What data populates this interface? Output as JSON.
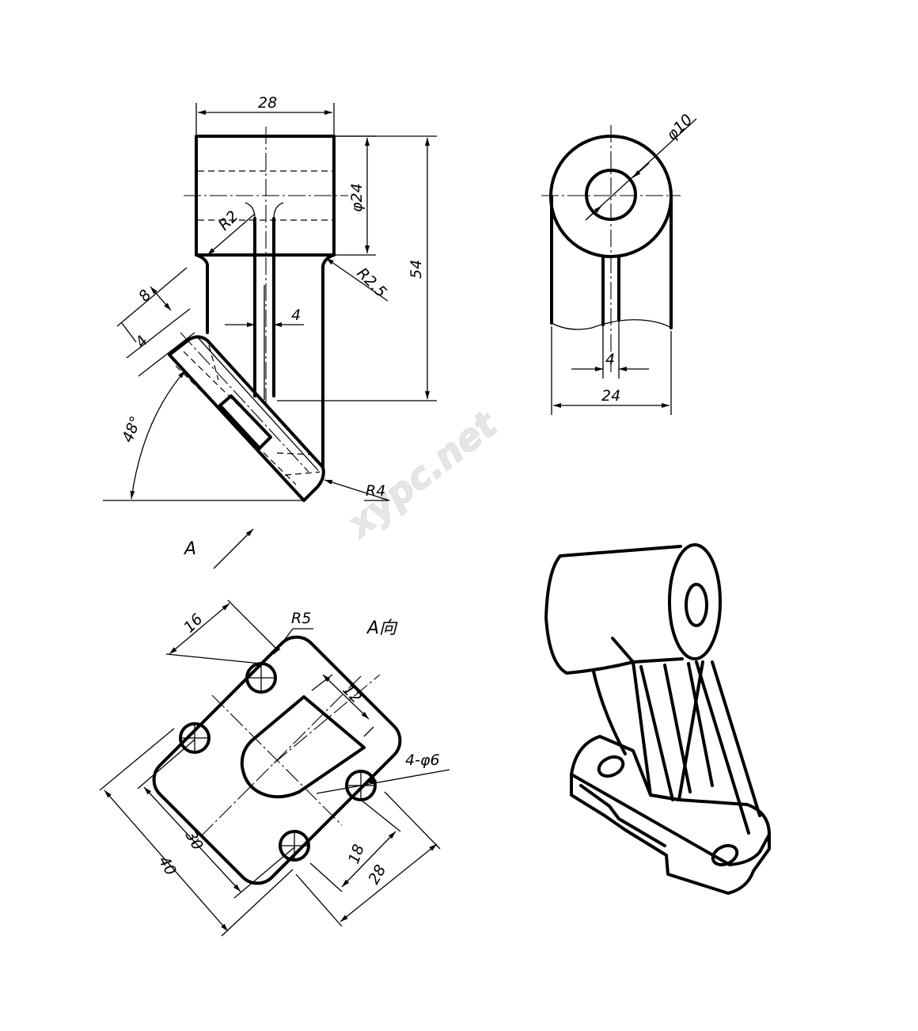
{
  "front_view": {
    "dims": {
      "width_top": "28",
      "dia_cyl": "φ24",
      "height_total": "54",
      "fillet_left": "R2",
      "fillet_right": "R2.5",
      "rib": "4",
      "flange_8": "8",
      "flange_4": "4",
      "angle": "48°",
      "fillet_bottom": "R4"
    }
  },
  "side_view": {
    "dims": {
      "hole_dia": "φ10",
      "rib": "4",
      "width": "24"
    }
  },
  "arrow_view": {
    "label": "A",
    "title": "A向",
    "dims": {
      "d16": "16",
      "r5": "R5",
      "d12": "12",
      "holes": "4-φ6",
      "d30": "30",
      "d40": "40",
      "d18": "18",
      "d28": "28"
    }
  },
  "watermark": "xypc.net"
}
